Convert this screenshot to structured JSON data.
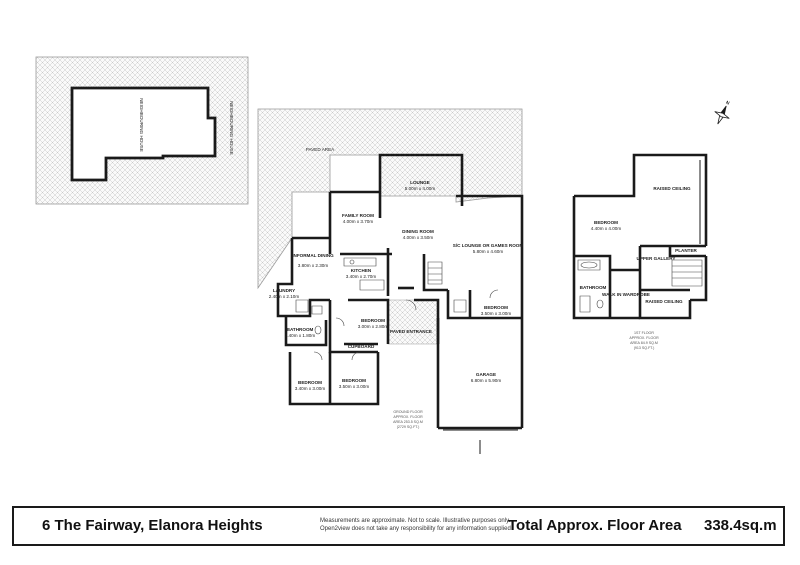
{
  "address": "6 The Fairway, Elanora Heights",
  "disclaimer": {
    "line1": "Measurements are approximate. Not to scale. Illustrative purposes only.",
    "line2": "Open2view does not take any responsibility for any information supplied"
  },
  "total_area": {
    "label": "Total Approx. Floor Area",
    "value": "338.4sq.m"
  },
  "site": {
    "paved_area": "PAVED AREA",
    "neighbour_label": "NEIGHBOURING HOUSE",
    "neighbour_label_side": "NEIGHBOURING HOUSE"
  },
  "ground_floor": {
    "rooms": [
      {
        "name": "LOUNGE",
        "size": "5.00m x 4.00m"
      },
      {
        "name": "FAMILY ROOM",
        "size": "4.00m x 3.70m"
      },
      {
        "name": "DINING ROOM",
        "size": "4.00m x 3.50m"
      },
      {
        "name": "S/C LOUNGE OR GAMES ROOM",
        "size": "5.80m x 4.60m"
      },
      {
        "name": "INFORMAL DINING",
        "size": "3.80m x 2.30m"
      },
      {
        "name": "KITCHEN",
        "size": "3.40m x 2.70m"
      },
      {
        "name": "LAUNDRY",
        "size": "2.40m x 2.10m"
      },
      {
        "name": "BEDROOM",
        "size": "3.00m x 2.80m"
      },
      {
        "name": "BEDROOM",
        "size": "3.50m x 3.00m"
      },
      {
        "name": "BATHROOM",
        "size": "2.40m x 1.80m"
      },
      {
        "name": "PAVED ENTRANCE",
        "size": ""
      },
      {
        "name": "CUPBOARD",
        "size": ""
      },
      {
        "name": "BEDROOM",
        "size": "3.40m x 3.00m"
      },
      {
        "name": "BEDROOM",
        "size": "3.50m x 3.00m"
      },
      {
        "name": "GARAGE",
        "size": "6.80m x 5.90m"
      }
    ],
    "area_note": [
      "GROUND FLOOR",
      "APPROX. FLOOR",
      "AREA 253.5 SQ.M",
      "(2729 SQ.FT.)"
    ]
  },
  "first_floor": {
    "rooms": [
      {
        "name": "RAISED CEILING",
        "size": ""
      },
      {
        "name": "BEDROOM",
        "size": "4.40m x 4.00m"
      },
      {
        "name": "PLANTER",
        "size": ""
      },
      {
        "name": "UPPER GALLERY",
        "size": ""
      },
      {
        "name": "BATHROOM",
        "size": ""
      },
      {
        "name": "WALK IN WARDROBE",
        "size": ""
      },
      {
        "name": "RAISED CEILING",
        "size": ""
      }
    ],
    "area_note": [
      "1ST FLOOR",
      "APPROX. FLOOR",
      "AREA 84.9 SQ.M",
      "(913 SQ.FT.)"
    ]
  },
  "compass": "N"
}
